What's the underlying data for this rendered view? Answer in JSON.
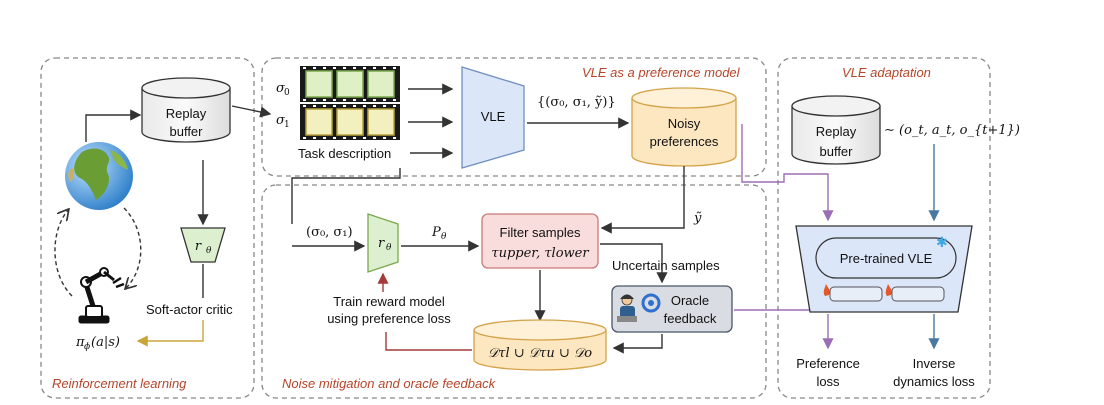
{
  "sections": {
    "rl": "Reinforcement learning",
    "pref_model": "VLE as a preference model",
    "noise": "Noise mitigation and oracle feedback",
    "adapt": "VLE adaptation"
  },
  "rl": {
    "replay_line1": "Replay",
    "replay_line2": "buffer",
    "sac": "Soft-actor critic",
    "policy": "π",
    "policy_sub": "ϕ",
    "policy_arg": "(a|s)"
  },
  "pref": {
    "sigma0": "σ",
    "sigma1": "σ",
    "sub0": "0",
    "sub1": "1",
    "task": "Task description",
    "vle": "VLE",
    "set": "{(σ₀, σ₁, ỹ)}",
    "noisy_line1": "Noisy",
    "noisy_line2": "preferences"
  },
  "noise": {
    "pair": "(σ₀, σ₁)",
    "r": "r",
    "theta": "θ",
    "p": "P",
    "filter_title": "Filter samples",
    "filter_sub": "τupper, τlower",
    "ytilde": "ỹ",
    "uncertain": "Uncertain samples",
    "train_line1": "Train reward model",
    "train_line2": "using preference loss",
    "oracle_line1": "Oracle",
    "oracle_line2": "feedback",
    "dataset": "𝒟τl ∪ 𝒟τu ∪ 𝒟o"
  },
  "adapt": {
    "replay_line1": "Replay",
    "replay_line2": "buffer",
    "sample": "∼ (o_t, a_t, o_{t+1})",
    "pretrained": "Pre-trained VLE",
    "pref_line1": "Preference",
    "pref_line2": "loss",
    "inv_line1": "Inverse",
    "inv_line2": "dynamics loss"
  },
  "colors": {
    "section_title": "#b5452a",
    "vle_fill": "#dbe6f9",
    "noisy_fill": "#fde7c1",
    "filter_fill": "#f9dcdc",
    "oracle_fill": "#d9dde3",
    "reward_fill": "#dcefcf",
    "purple": "#9b6fb4",
    "steel_blue": "#4a78a0",
    "gold": "#c9a53a",
    "dark_red": "#a63a3a"
  }
}
